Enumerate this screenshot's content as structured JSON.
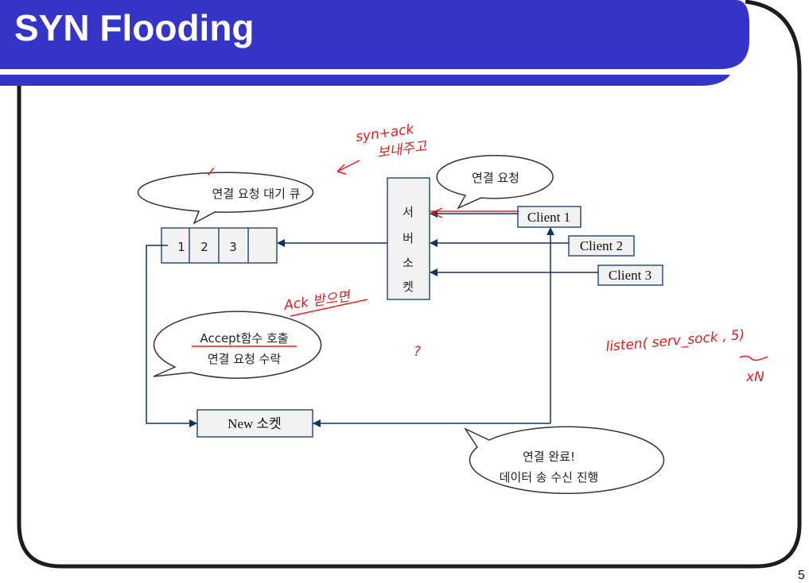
{
  "slide": {
    "title": "SYN Flooding",
    "page_number": "5",
    "accent_color": "#3434c8"
  },
  "diagram": {
    "queue_bubble": "연결 요청 대기 큐",
    "queue_cells": [
      "1",
      "2",
      "3",
      ""
    ],
    "server_socket": [
      "서",
      "버",
      "소",
      "켓"
    ],
    "request_bubble": "연결 요청",
    "clients": [
      "Client 1",
      "Client 2",
      "Client 3"
    ],
    "accept_bubble": [
      "Accept함수 호출",
      "연결 요청 수락"
    ],
    "new_socket": "New 소켓",
    "complete_bubble": [
      "연결 완료!",
      "데이터 송 수신 진행"
    ]
  },
  "annotations": {
    "synack": "syn+ack",
    "synack_sub": "보내주고",
    "check": "✓",
    "ack": "Ack 받으면",
    "question": "?",
    "listen": "listen( serv_sock , 5)",
    "xn": "xN",
    "annotation_color": "#e81c1c"
  }
}
